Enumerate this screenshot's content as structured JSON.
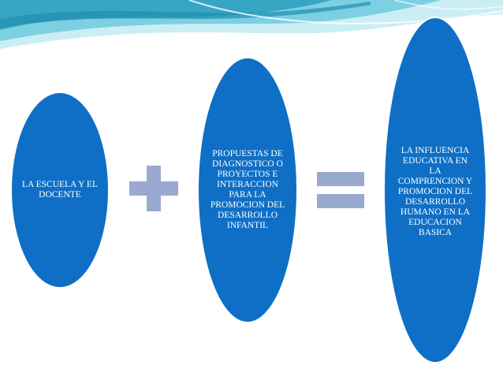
{
  "colors": {
    "ellipse_fill": "#0f6fc6",
    "ellipse_outline": "#ffffff",
    "operator": "#9aa9cf",
    "wave_light": "#bfe6ef",
    "wave_mid": "#6fc6dc",
    "wave_dark": "#2c9bb8",
    "text": "#ffffff"
  },
  "diagram": {
    "left_ellipse": {
      "label": "LA ESCUELA Y EL DOCENTE"
    },
    "middle_ellipse": {
      "label": "PROPUESTAS DE DIAGNOSTICO O PROYECTOS E INTERACCION PARA LA PROMOCION DEL DESARROLLO INFANTIL"
    },
    "right_ellipse": {
      "label": "LA INFLUENCIA EDUCATIVA EN LA COMPRENCION Y PROMOCION DEL DESARROLLO HUMANO EN LA EDUCACION BASICA"
    },
    "operator_plus": "plus",
    "operator_equals": "equals"
  }
}
